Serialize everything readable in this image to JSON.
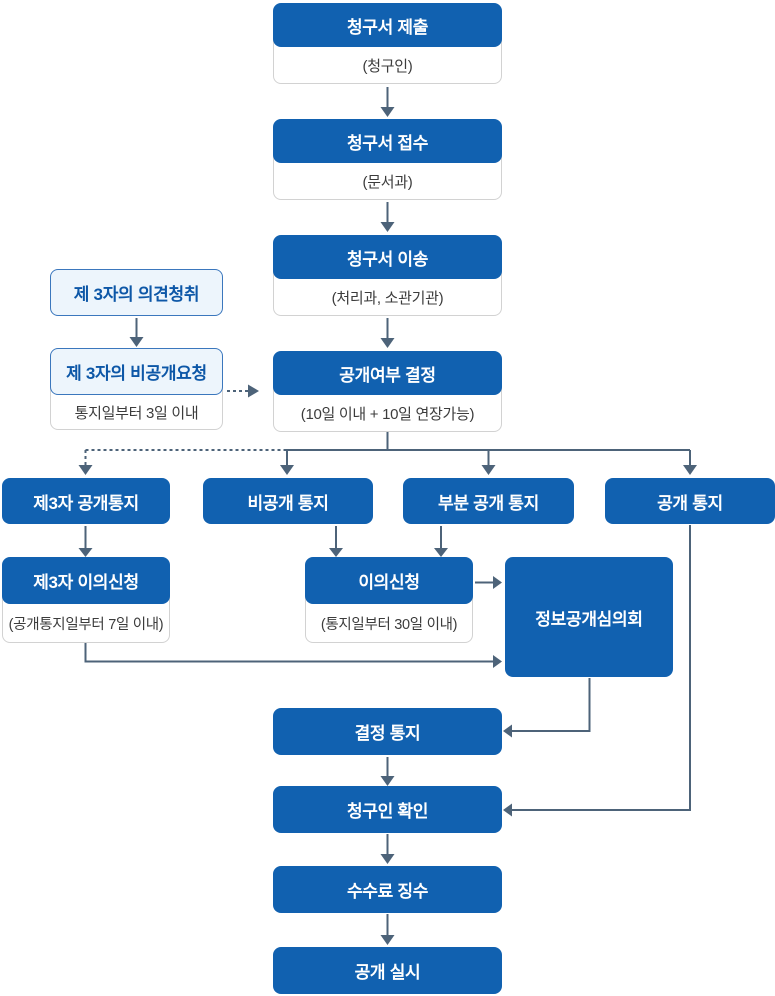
{
  "nodes": {
    "submit": {
      "title": "청구서 제출",
      "caption": "(청구인)"
    },
    "receive": {
      "title": "청구서 접수",
      "caption": "(문서과)"
    },
    "transfer": {
      "title": "청구서 이송",
      "caption": "(처리과, 소관기관)"
    },
    "third_party_hearing": {
      "title": "제 3자의 의견청취"
    },
    "third_party_nondisclosure_request": {
      "title": "제 3자의 비공개요청",
      "caption": "통지일부터 3일 이내"
    },
    "decision": {
      "title": "공개여부 결정",
      "caption": "(10일 이내 + 10일 연장가능)"
    },
    "third_party_disclosure_notice": {
      "title": "제3자 공개통지"
    },
    "nondisclosure_notice": {
      "title": "비공개 통지"
    },
    "partial_disclosure_notice": {
      "title": "부분 공개 통지"
    },
    "disclosure_notice": {
      "title": "공개 통지"
    },
    "third_party_objection": {
      "title": "제3자 이의신청",
      "caption": "(공개통지일부터 7일 이내)"
    },
    "objection": {
      "title": "이의신청",
      "caption": "(통지일부터 30일 이내)"
    },
    "committee": {
      "title": "정보공개심의회"
    },
    "decision_notice": {
      "title": "결정 통지"
    },
    "claimant_confirmation": {
      "title": "청구인 확인"
    },
    "fee_collection": {
      "title": "수수료 징수"
    },
    "disclosure_execution": {
      "title": "공개 실시"
    }
  },
  "colors": {
    "node_fill": "#1161b0",
    "node_text": "#ffffff",
    "light_fill": "#edf5fc",
    "light_border": "#3b77bd",
    "light_text": "#0d57a7",
    "caption_border": "#d2d2d2",
    "caption_text": "#3c3c3c",
    "connector": "#4d6379",
    "background": "#ffffff"
  }
}
